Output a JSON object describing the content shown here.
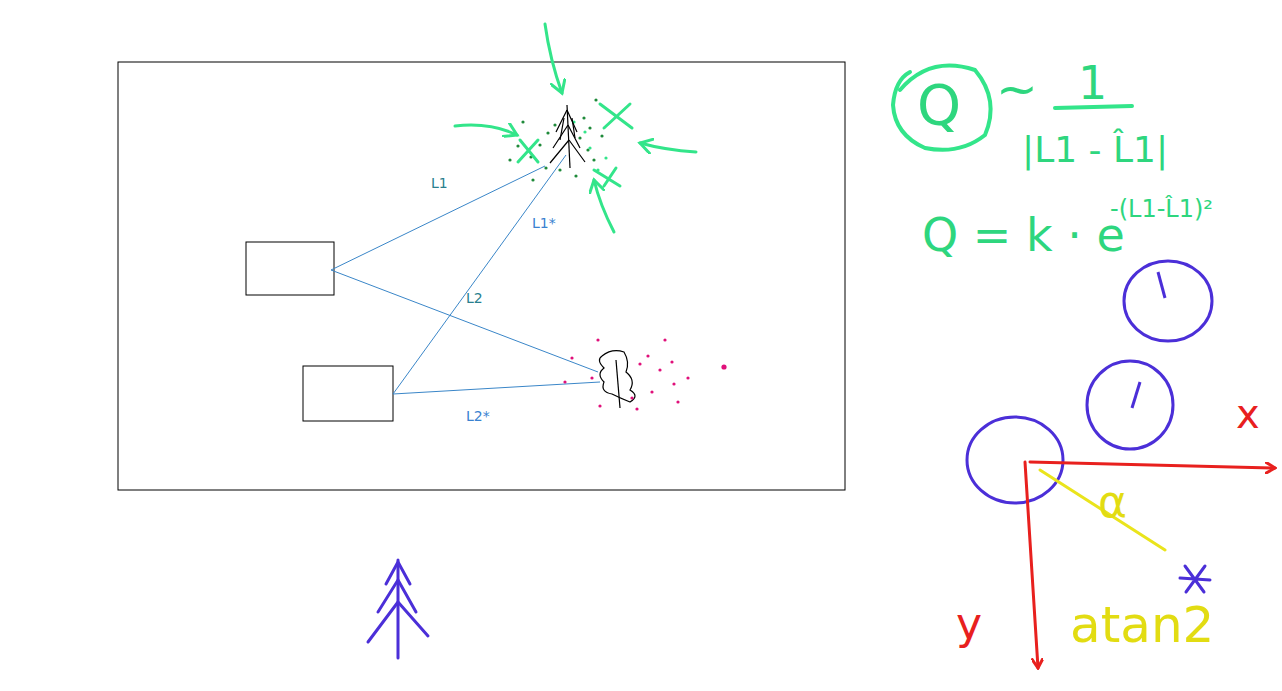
{
  "diagram": {
    "labels": [
      "L1",
      "L1*",
      "L2",
      "L2*",
      "Q",
      "~",
      "1",
      "|L1 - L̂1|",
      "Q = k · e",
      "-(L1-L̂1)²",
      "x",
      "y",
      "α",
      "atan2"
    ]
  }
}
